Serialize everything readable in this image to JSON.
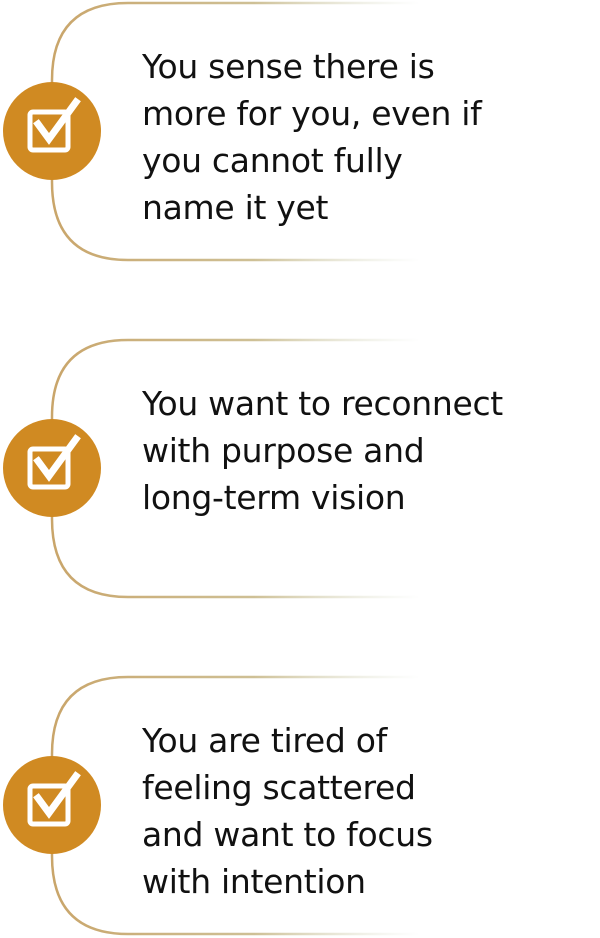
{
  "accent_color": "#d08a22",
  "line_color": "#c9a56a",
  "icon": "check-box-icon",
  "items": [
    {
      "text": "You sense there is\nmore for you, even if\nyou cannot fully\nname it yet"
    },
    {
      "text": "You want to reconnect\nwith purpose and\nlong-term vision"
    },
    {
      "text": "You are tired of\nfeeling scattered\nand want to focus\nwith intention"
    }
  ]
}
